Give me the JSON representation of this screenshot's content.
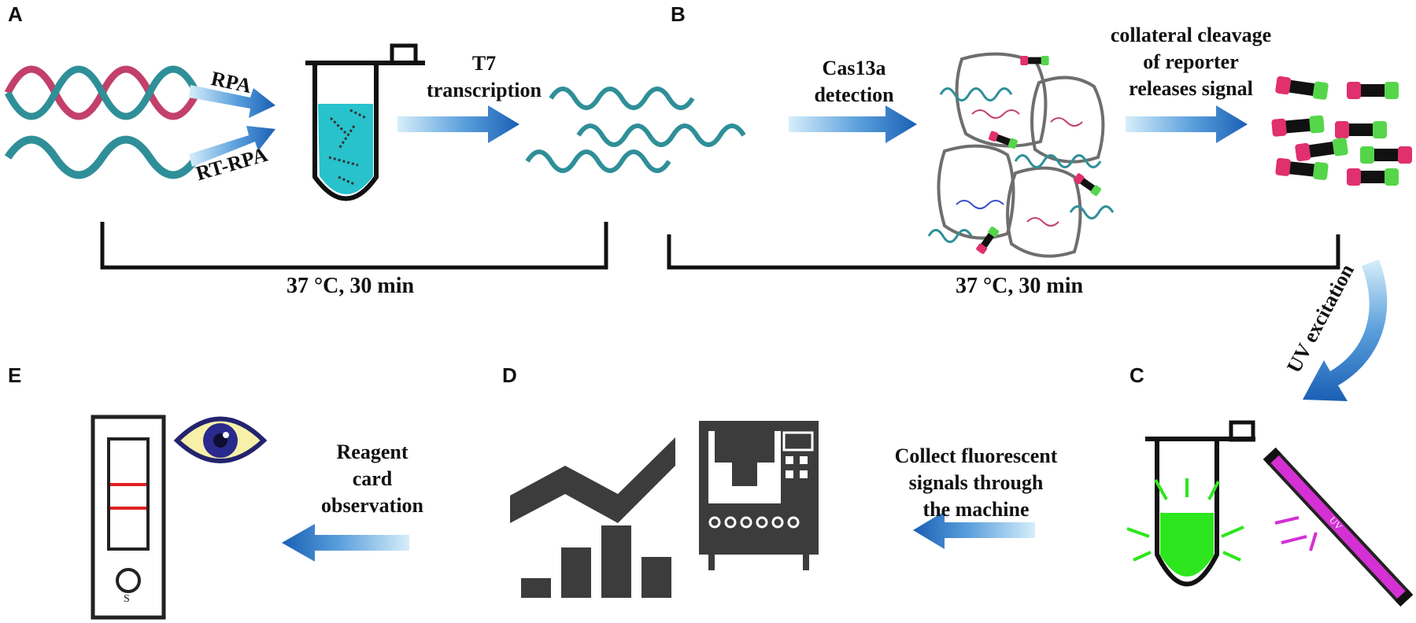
{
  "panels": {
    "a": "A",
    "b": "B",
    "c": "C",
    "d": "D",
    "e": "E"
  },
  "labels": {
    "rpa": "RPA",
    "rt_rpa": "RT-RPA",
    "t7_line1": "T7",
    "t7_line2": "transcription",
    "cas_line1": "Cas13a",
    "cas_line2": "detection",
    "collat_line1": "collateral cleavage",
    "collat_line2": "of reporter",
    "collat_line3": "releases signal",
    "uv_excitation": "UV excitation",
    "uv_lamp": "UV",
    "collect_line1": "Collect fluorescent",
    "collect_line2": "signals through",
    "collect_line3": "the machine",
    "reagent_line1": "Reagent",
    "reagent_line2": "card",
    "reagent_line3": "observation",
    "strip_s": "S",
    "temp_left": "37 °C, 30 min",
    "temp_right": "37 °C, 30 min"
  },
  "colors": {
    "helix_teal": "#2f8f98",
    "helix_pink": "#c2406a",
    "tube_liquid": "#27c2cc",
    "fluor_green": "#2ee61e",
    "uv_magenta": "#d430d4",
    "reporter_pink": "#e0306e",
    "reporter_green": "#55d64a",
    "arrow_dark": "#1a5fb4",
    "arrow_light": "#cce8f8",
    "icon_gray": "#3c3c3c"
  },
  "icons": [
    "dna-double-helix-icon",
    "rna-helix-icon",
    "tube-icon",
    "cas13a-complex-icon",
    "reporter-icon",
    "uv-lamp-icon",
    "fluorescent-tube-icon",
    "chart-icon",
    "machine-icon",
    "test-strip-icon",
    "eye-icon"
  ]
}
